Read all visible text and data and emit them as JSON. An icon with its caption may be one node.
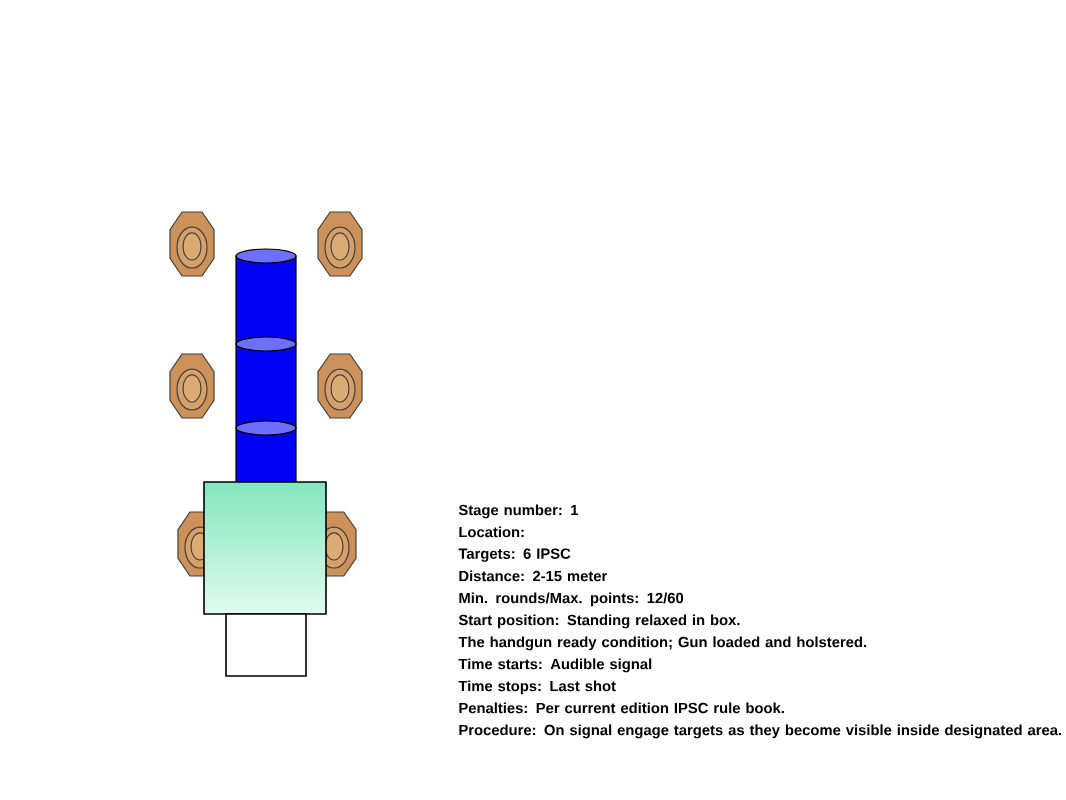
{
  "diagram": {
    "labels": [
      "Stage number:  1",
      "Location:",
      "Targets:  6 IPSC",
      "Distance:  2-15 meter",
      "Min. rounds/Max. points:   12/60",
      "Start position: Standing relaxed in box.",
      "The handgun ready condition; Gun loaded and holstered.",
      "Time starts:   Audible signal",
      "Time stops:   Last shot",
      "Penalties:  Per current edition IPSC rule book.",
      "Procedure:   On signal engage targets as they become visible inside designated area."
    ]
  }
}
